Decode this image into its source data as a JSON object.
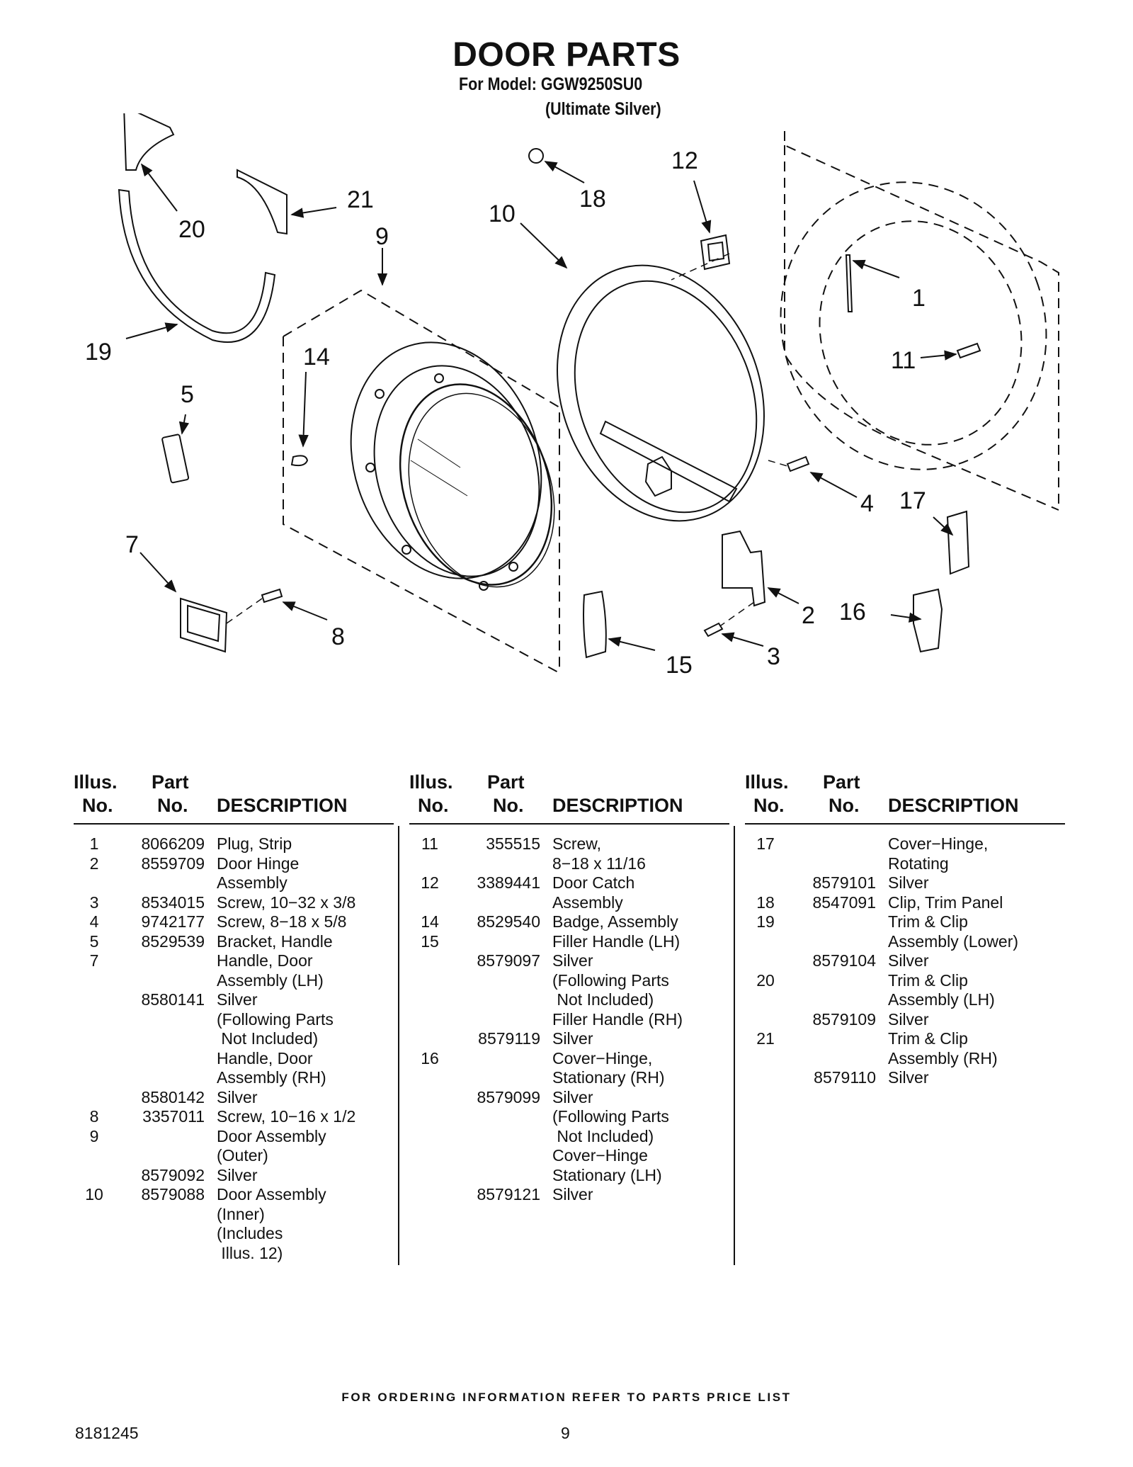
{
  "header": {
    "title": "DOOR PARTS",
    "model_line": "For Model: GGW9250SU0",
    "model_sub": "(Ultimate Silver)"
  },
  "callouts": {
    "c1": "1",
    "c2": "2",
    "c3": "3",
    "c4": "4",
    "c5": "5",
    "c7": "7",
    "c8": "8",
    "c9": "9",
    "c10": "10",
    "c11": "11",
    "c12": "12",
    "c14": "14",
    "c15": "15",
    "c16": "16",
    "c17": "17",
    "c18": "18",
    "c19": "19",
    "c20": "20",
    "c21": "21"
  },
  "table_header": {
    "illus_1": "Illus.",
    "illus_2": "No.",
    "part_1": "Part",
    "part_2": "No.",
    "desc": "DESCRIPTION"
  },
  "tables": [
    [
      [
        "1",
        "8066209",
        "Plug, Strip"
      ],
      [
        "2",
        "8559709",
        "Door Hinge"
      ],
      [
        "",
        "",
        "Assembly"
      ],
      [
        "3",
        "8534015",
        "Screw, 10−32 x 3/8"
      ],
      [
        "4",
        "9742177",
        "Screw, 8−18 x 5/8"
      ],
      [
        "5",
        "8529539",
        "Bracket, Handle"
      ],
      [
        "7",
        "",
        "Handle, Door"
      ],
      [
        "",
        "",
        "Assembly (LH)"
      ],
      [
        "",
        "8580141",
        "Silver"
      ],
      [
        "",
        "",
        "(Following Parts"
      ],
      [
        "",
        "",
        " Not Included)"
      ],
      [
        "",
        "",
        "Handle, Door"
      ],
      [
        "",
        "",
        "Assembly (RH)"
      ],
      [
        "",
        "8580142",
        "Silver"
      ],
      [
        "8",
        "3357011",
        "Screw, 10−16 x 1/2"
      ],
      [
        "9",
        "",
        "Door Assembly"
      ],
      [
        "",
        "",
        "(Outer)"
      ],
      [
        "",
        "8579092",
        "Silver"
      ],
      [
        "10",
        "8579088",
        "Door Assembly"
      ],
      [
        "",
        "",
        "(Inner)"
      ],
      [
        "",
        "",
        "(Includes"
      ],
      [
        "",
        "",
        " Illus. 12)"
      ]
    ],
    [
      [
        "11",
        "355515",
        "Screw,"
      ],
      [
        "",
        "",
        "8−18 x 11/16"
      ],
      [
        "12",
        "3389441",
        "Door Catch"
      ],
      [
        "",
        "",
        "Assembly"
      ],
      [
        "14",
        "8529540",
        "Badge, Assembly"
      ],
      [
        "15",
        "",
        "Filler Handle (LH)"
      ],
      [
        "",
        "8579097",
        "Silver"
      ],
      [
        "",
        "",
        "(Following Parts"
      ],
      [
        "",
        "",
        " Not Included)"
      ],
      [
        "",
        "",
        "Filler Handle (RH)"
      ],
      [
        "",
        "8579119",
        "Silver"
      ],
      [
        "16",
        "",
        "Cover−Hinge,"
      ],
      [
        "",
        "",
        "Stationary (RH)"
      ],
      [
        "",
        "8579099",
        "Silver"
      ],
      [
        "",
        "",
        "(Following Parts"
      ],
      [
        "",
        "",
        " Not Included)"
      ],
      [
        "",
        "",
        "Cover−Hinge"
      ],
      [
        "",
        "",
        "Stationary (LH)"
      ],
      [
        "",
        "8579121",
        "Silver"
      ]
    ],
    [
      [
        "17",
        "",
        "Cover−Hinge,"
      ],
      [
        "",
        "",
        "Rotating"
      ],
      [
        "",
        "8579101",
        "Silver"
      ],
      [
        "18",
        "8547091",
        "Clip, Trim Panel"
      ],
      [
        "19",
        "",
        "Trim & Clip"
      ],
      [
        "",
        "",
        "Assembly (Lower)"
      ],
      [
        "",
        "8579104",
        "Silver"
      ],
      [
        "20",
        "",
        "Trim & Clip"
      ],
      [
        "",
        "",
        "Assembly (LH)"
      ],
      [
        "",
        "8579109",
        "Silver"
      ],
      [
        "21",
        "",
        "Trim & Clip"
      ],
      [
        "",
        "",
        "Assembly (RH)"
      ],
      [
        "",
        "8579110",
        "Silver"
      ]
    ]
  ],
  "footer": {
    "ordering_note": "FOR ORDERING INFORMATION REFER TO PARTS PRICE LIST",
    "doc_number": "8181245",
    "page_number": "9"
  }
}
